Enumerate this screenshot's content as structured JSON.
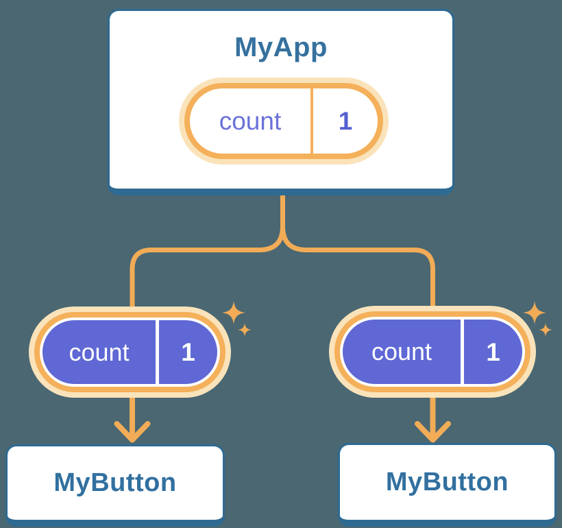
{
  "diagram": {
    "background_color": "#4a6772",
    "accent_orange": "#f2ac57",
    "halo_peach": "#fae3ba",
    "state_purple": "#5f68d4",
    "card_border_blue": "#2f6a92",
    "title_blue": "#35719e",
    "icons": {
      "sparkle": "✦"
    },
    "root": {
      "title": "MyApp",
      "state": {
        "label": "count",
        "value": "1"
      }
    },
    "children": [
      {
        "title": "MyButton",
        "state": {
          "label": "count",
          "value": "1"
        }
      },
      {
        "title": "MyButton",
        "state": {
          "label": "count",
          "value": "1"
        }
      }
    ]
  }
}
